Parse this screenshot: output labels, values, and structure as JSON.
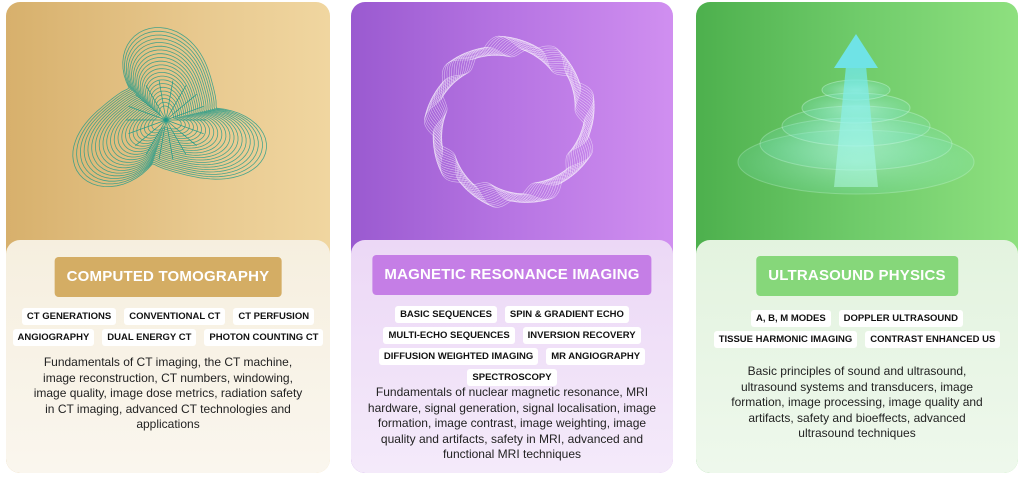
{
  "cards": [
    {
      "title": "COMPUTED TOMOGRAPHY",
      "tag_rows": [
        [
          "CT GENERATIONS",
          "CONVENTIONAL CT",
          "CT PERFUSION"
        ],
        [
          "ANGIOGRAPHY",
          "DUAL ENERGY CT",
          "PHOTON COUNTING CT"
        ]
      ],
      "description": "Fundamentals of CT imaging, the CT machine, image reconstruction, CT numbers, windowing, image quality, image dose metrics, radiation safety in CT imaging, advanced CT technologies and applications",
      "accent": "#d4ad64",
      "art_icon": "teal-wireframe-blob-icon"
    },
    {
      "title": "MAGNETIC RESONANCE IMAGING",
      "tag_rows": [
        [
          "BASIC SEQUENCES",
          "SPIN & GRADIENT ECHO"
        ],
        [
          "MULTI-ECHO SEQUENCES",
          "INVERSION RECOVERY"
        ],
        [
          "DIFFUSION WEIGHTED IMAGING",
          "MR ANGIOGRAPHY"
        ],
        [
          "SPECTROSCOPY"
        ]
      ],
      "description": "Fundamentals of nuclear magnetic resonance, MRI hardware, signal generation, signal localisation, image formation, image contrast, image weighting, image quality and artifacts, safety in MRI, advanced and functional MRI techniques",
      "accent": "#c57ee6",
      "art_icon": "white-wave-ring-icon"
    },
    {
      "title": "ULTRASOUND PHYSICS",
      "tag_rows": [
        [
          "A, B, M MODES",
          "DOPPLER ULTRASOUND"
        ],
        [
          "TISSUE HARMONIC IMAGING",
          "CONTRAST ENHANCED US"
        ]
      ],
      "description": "Basic principles of sound and ultrasound, ultrasound systems and transducers, image formation, image processing, image quality and artifacts, safety and bioeffects, advanced ultrasound techniques",
      "accent": "#86d77a",
      "art_icon": "cyan-cone-arrow-icon"
    }
  ]
}
